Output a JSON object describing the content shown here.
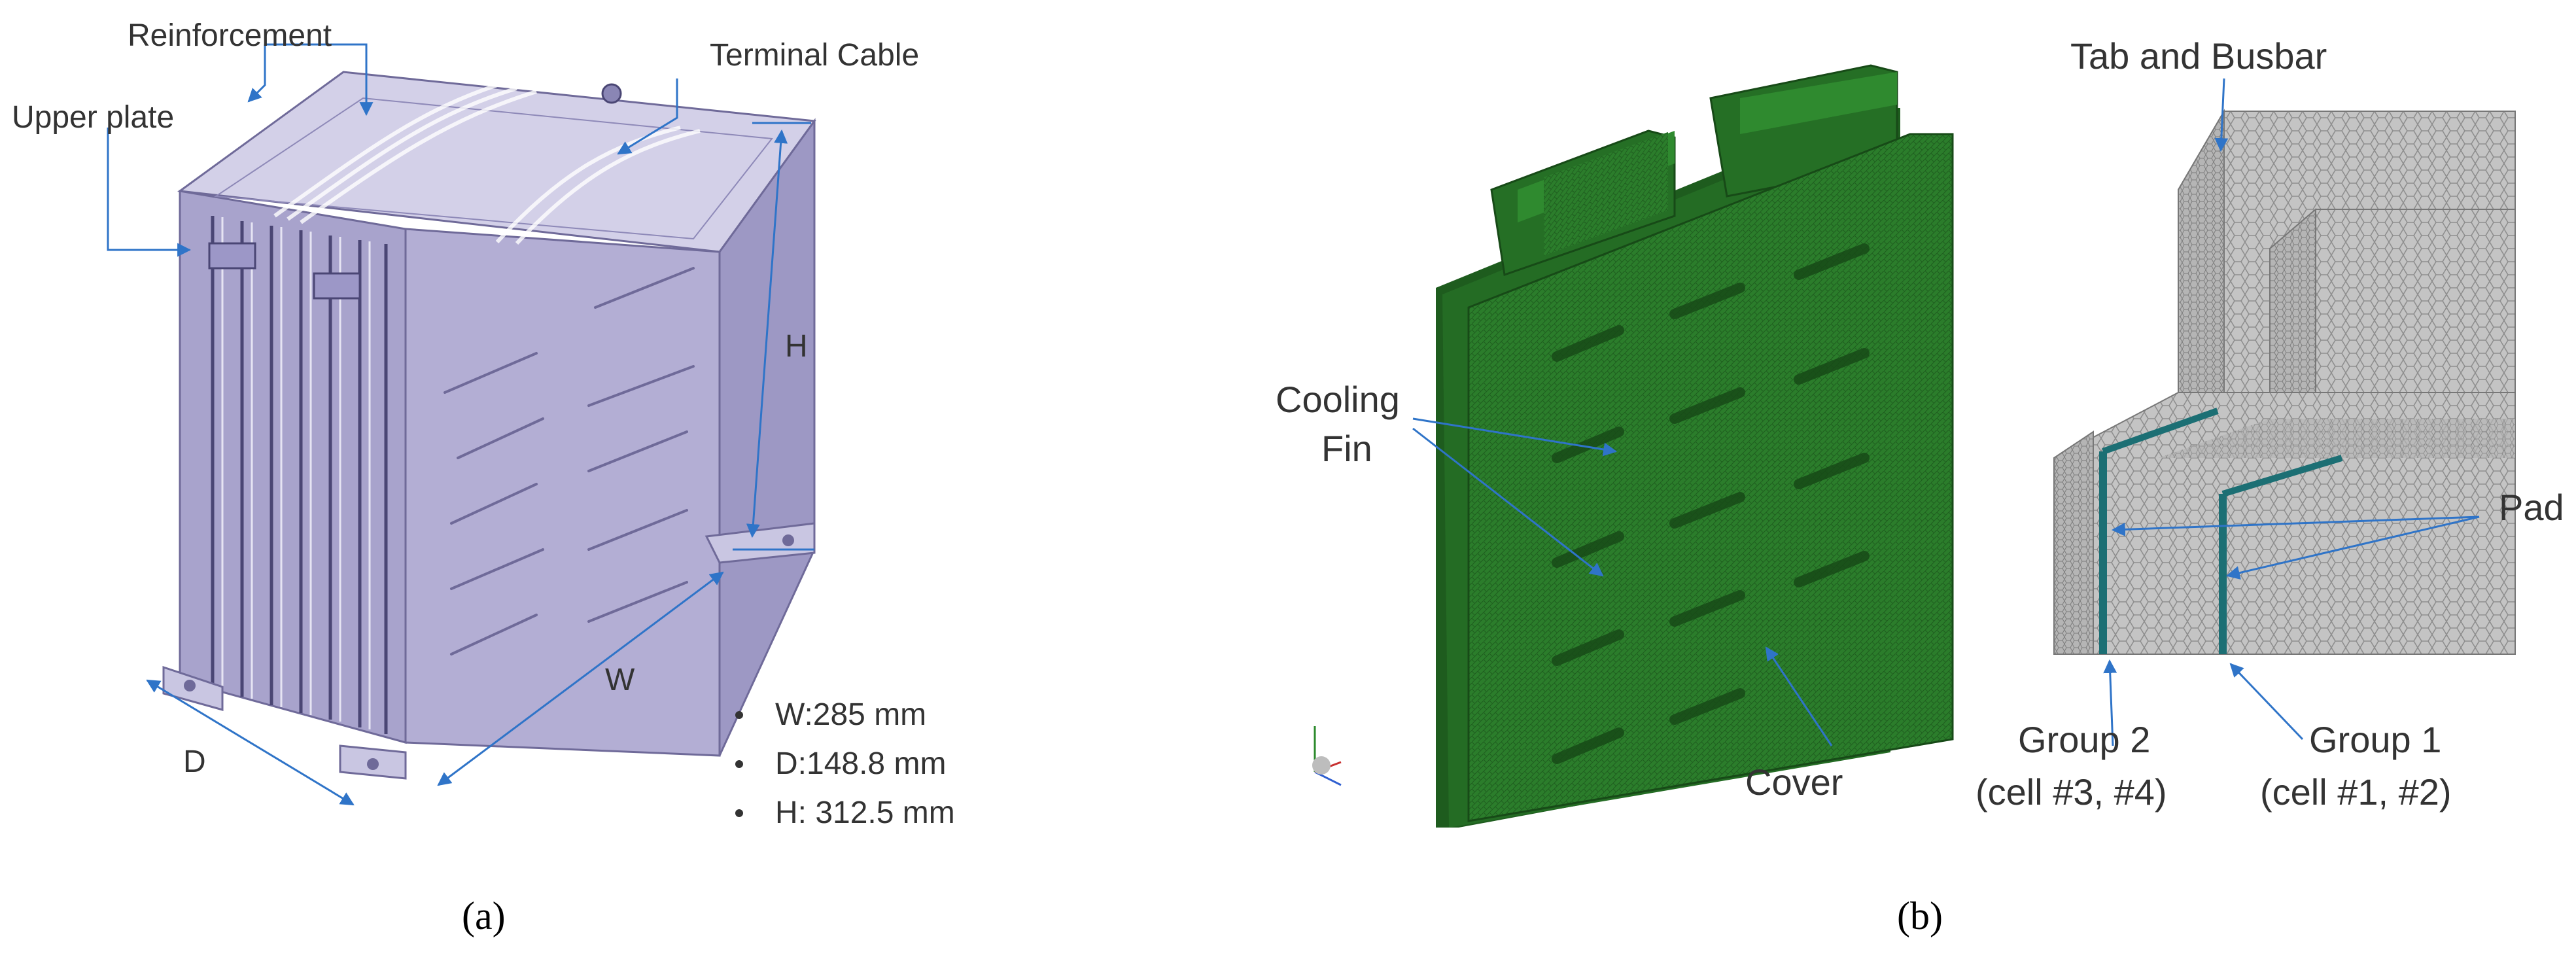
{
  "panel_a": {
    "caption": "(a)",
    "labels": {
      "reinforcement": "Reinforcement",
      "upper_plate": "Upper plate",
      "terminal_cable": "Terminal Cable",
      "H": "H",
      "W": "W",
      "D": "D"
    },
    "specs": [
      "W:285 mm",
      "D:148.8 mm",
      "H: 312.5 mm"
    ]
  },
  "panel_b": {
    "caption": "(b)",
    "labels": {
      "cooling_fin_1": "Cooling",
      "cooling_fin_2": "Fin",
      "cover": "Cover",
      "tab_busbar": "Tab and Busbar",
      "pad": "Pad",
      "group2": "Group 2",
      "group2_cells": "(cell #3, #4)",
      "group1": "Group 1",
      "group1_cells": "(cell #1, #2)"
    }
  },
  "colors": {
    "arrow": "#2f74c8",
    "frame": "#b7b2d6",
    "frame_dark": "#6f6a99",
    "green": "#2c7a2c",
    "mesh_gray": "#bdbdbd",
    "pad_teal": "#1c6f74"
  }
}
